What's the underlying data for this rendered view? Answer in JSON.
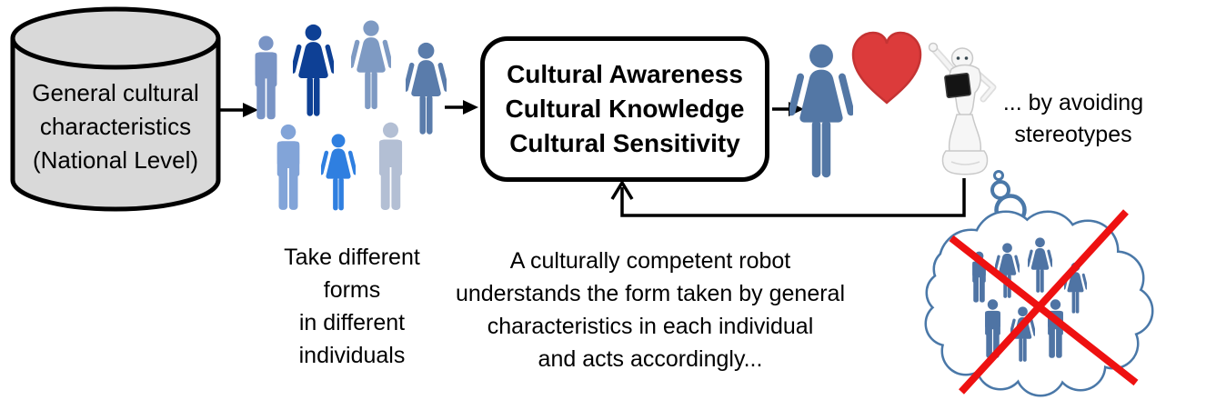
{
  "figure": {
    "background": "#ffffff",
    "arrow_color": "#000000"
  },
  "database": {
    "icon": "database-cylinder-icon",
    "label_lines": [
      "General cultural",
      "characteristics",
      "(National Level)"
    ],
    "fill": "#d9d9d9",
    "stroke": "#000000",
    "text_color": "#000000"
  },
  "population": {
    "caption_lines": [
      "Take different",
      "forms",
      "in different",
      "individuals"
    ],
    "figures": [
      {
        "icon": "person-male-icon",
        "type": "male",
        "color": "#7994c5"
      },
      {
        "icon": "person-female-icon",
        "type": "female",
        "color": "#0e4095"
      },
      {
        "icon": "person-female-icon",
        "type": "female",
        "color": "#7e9ac3"
      },
      {
        "icon": "person-female-icon",
        "type": "female",
        "color": "#5a7cab"
      },
      {
        "icon": "person-male-icon",
        "type": "male",
        "color": "#82a4d8"
      },
      {
        "icon": "person-female-icon",
        "type": "female",
        "color": "#2f7fe0"
      },
      {
        "icon": "person-male-icon",
        "type": "male",
        "color": "#b3bfd4"
      }
    ]
  },
  "competence_box": {
    "lines": [
      "Cultural Awareness",
      "Cultural Knowledge",
      "Cultural Sensitivity"
    ],
    "border_color": "#000000"
  },
  "interaction": {
    "woman": {
      "icon": "person-female-icon",
      "color": "#5377a5"
    },
    "heart": {
      "icon": "heart-icon",
      "fill": "#dc3b3b",
      "stroke": "#c53333"
    },
    "robot": {
      "icon": "pepper-robot-image",
      "body_color": "#f6f6f6",
      "shade_color": "#c9c9c9",
      "tablet_color": "#141414"
    },
    "caption_lines": [
      "... by avoiding",
      "stereotypes"
    ]
  },
  "feedback": {
    "caption_lines": [
      "A culturally competent robot",
      "understands the form taken by general",
      "characteristics in each individual",
      "and acts accordingly..."
    ]
  },
  "thought_cloud": {
    "icon": "thought-cloud-icon",
    "outline_color": "#4a78a8",
    "fill": "#ffffff",
    "people_color": "#4f74a4",
    "figures": [
      {
        "icon": "person-male-icon",
        "type": "male"
      },
      {
        "icon": "person-female-icon",
        "type": "female"
      },
      {
        "icon": "person-female-icon",
        "type": "female"
      },
      {
        "icon": "person-female-icon",
        "type": "female"
      },
      {
        "icon": "person-male-icon",
        "type": "male"
      },
      {
        "icon": "person-female-icon",
        "type": "female"
      },
      {
        "icon": "person-male-icon",
        "type": "male"
      }
    ],
    "cross": {
      "icon": "red-cross-icon",
      "color": "#ee1111"
    }
  }
}
